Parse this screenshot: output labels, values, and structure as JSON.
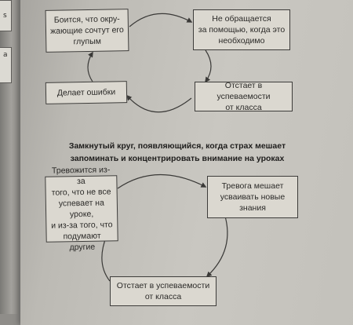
{
  "diagram_top": {
    "boxes": {
      "top_left": "Боится, что окру-\nжающие сочтут его\nглупым",
      "top_right": "Не обращается\nза помощью, когда это\nнеобходимо",
      "bottom_right": "Отстает в успеваемости\nот класса",
      "bottom_left": "Делает ошибки"
    }
  },
  "caption": "Замкнутый круг, появляющийся, когда страх мешает\nзапоминать и концентрировать внимание на уроках",
  "diagram_bottom": {
    "boxes": {
      "left": "Тревожится из-за\nтого, что не все\nуспевает на уроке,\nи из-за того, что\nподумают другие",
      "right": "Тревога мешает\nусваивать новые\nзнания",
      "bottom": "Отстает в успеваемости\nот класса"
    }
  },
  "left_page": {
    "marker_1": "s",
    "marker_2": "a"
  }
}
